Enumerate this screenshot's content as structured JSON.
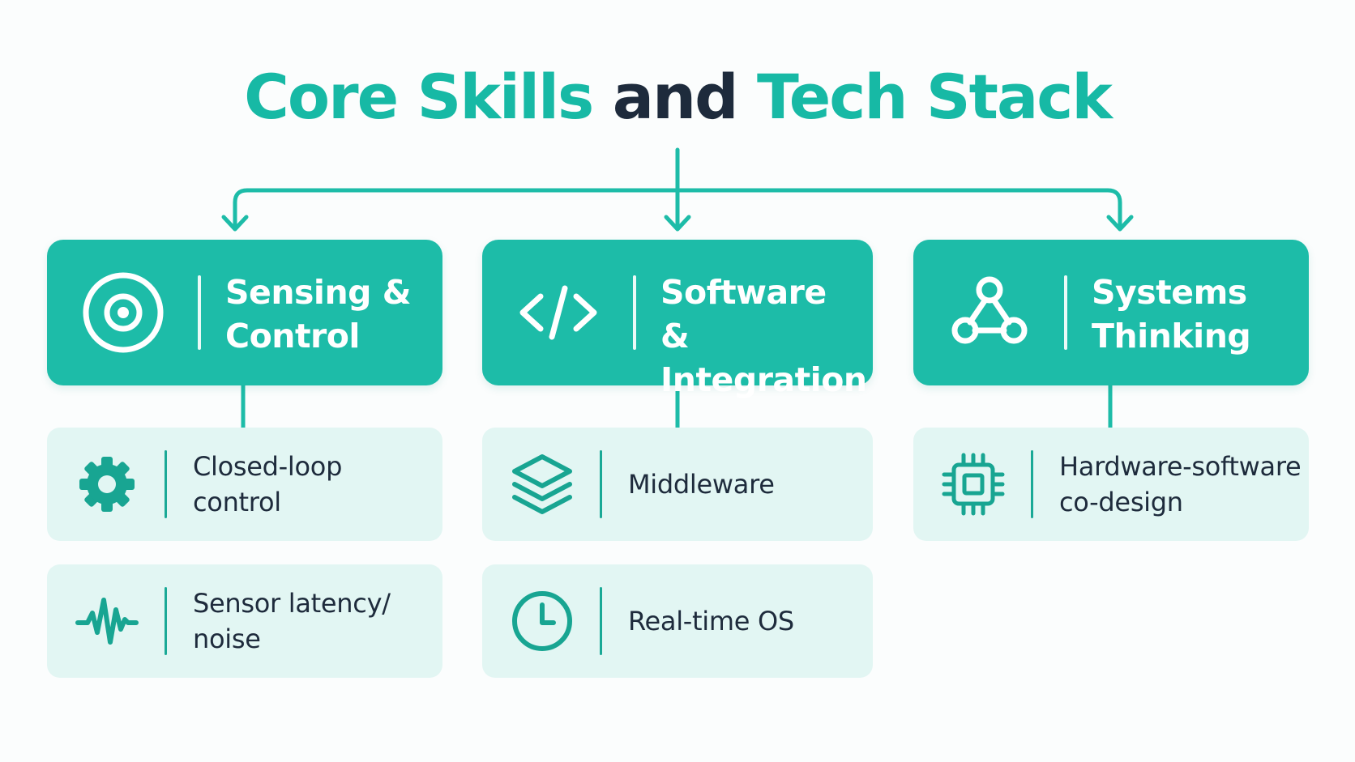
{
  "title": {
    "part1": "Core Skills ",
    "part2": "and",
    "part3": " Tech Stack"
  },
  "colors": {
    "accent": "#1dbca8",
    "dark_text": "#1e2b3c",
    "item_background": "#e2f6f3",
    "icon_stroke": "#18a592"
  },
  "columns": [
    {
      "header": {
        "label": "Sensing &\nControl",
        "icon": "target-icon"
      },
      "items": [
        {
          "label": "Closed-loop\ncontrol",
          "icon": "gear-icon"
        },
        {
          "label": "Sensor latency/\nnoise",
          "icon": "waveform-icon"
        }
      ]
    },
    {
      "header": {
        "label": "Software &\nIntegration",
        "icon": "code-brackets-icon"
      },
      "items": [
        {
          "label": "Middleware",
          "icon": "layers-icon"
        },
        {
          "label": "Real-time OS",
          "icon": "clock-icon"
        }
      ]
    },
    {
      "header": {
        "label": "Systems\nThinking",
        "icon": "network-nodes-icon"
      },
      "items": [
        {
          "label": "Hardware-software\nco-design",
          "icon": "chip-icon"
        }
      ]
    }
  ]
}
